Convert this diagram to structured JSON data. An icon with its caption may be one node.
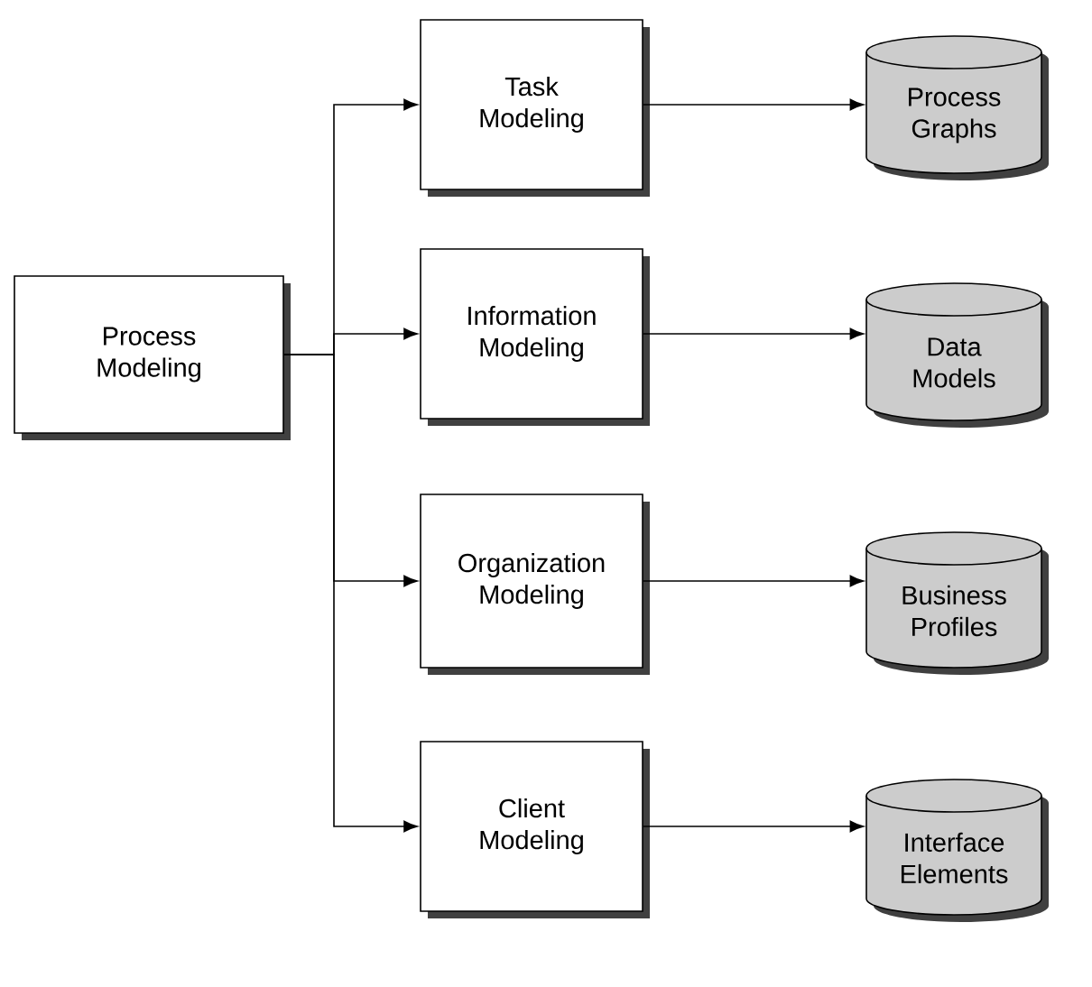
{
  "diagram": {
    "nodes": [
      {
        "text": [
          "Process Modeling"
        ]
      },
      {
        "text": [
          "Task Modeling"
        ]
      },
      {
        "text": [
          "Information Modeling"
        ]
      },
      {
        "text": [
          "Organization Modeling"
        ]
      },
      {
        "text": [
          "Client Modeling"
        ]
      },
      {
        "text": [
          "Process Graphs"
        ]
      },
      {
        "text": [
          "Data Models"
        ]
      },
      {
        "text": [
          "Business Profiles"
        ]
      },
      {
        "text": [
          "Interface Elements"
        ]
      }
    ],
    "edges": [
      {
        "from": 0,
        "to": 1,
        "arrow": "to"
      },
      {
        "from": 0,
        "to": 2,
        "arrow": "to"
      },
      {
        "from": 0,
        "to": 3,
        "arrow": "to"
      },
      {
        "from": 0,
        "to": 4,
        "arrow": "to"
      },
      {
        "from": 1,
        "to": 5,
        "arrow": "to"
      },
      {
        "from": 2,
        "to": 6,
        "arrow": "to"
      },
      {
        "from": 3,
        "to": 7,
        "arrow": "to"
      },
      {
        "from": 4,
        "to": 8,
        "arrow": "to"
      }
    ]
  }
}
